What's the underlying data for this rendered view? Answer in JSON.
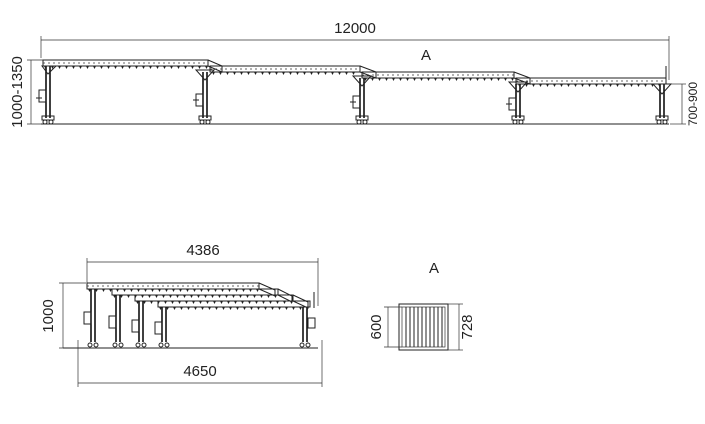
{
  "top_view": {
    "overall_length": "12000",
    "adjustable_height_left": "1000-1350",
    "adjustable_height_right": "700-900",
    "detail_marker": "A"
  },
  "collapsed_view": {
    "collapsed_length": "4386",
    "base_length": "4650",
    "height": "1000"
  },
  "detail_a": {
    "label": "A",
    "inner_width": "600",
    "outer_width": "728"
  }
}
